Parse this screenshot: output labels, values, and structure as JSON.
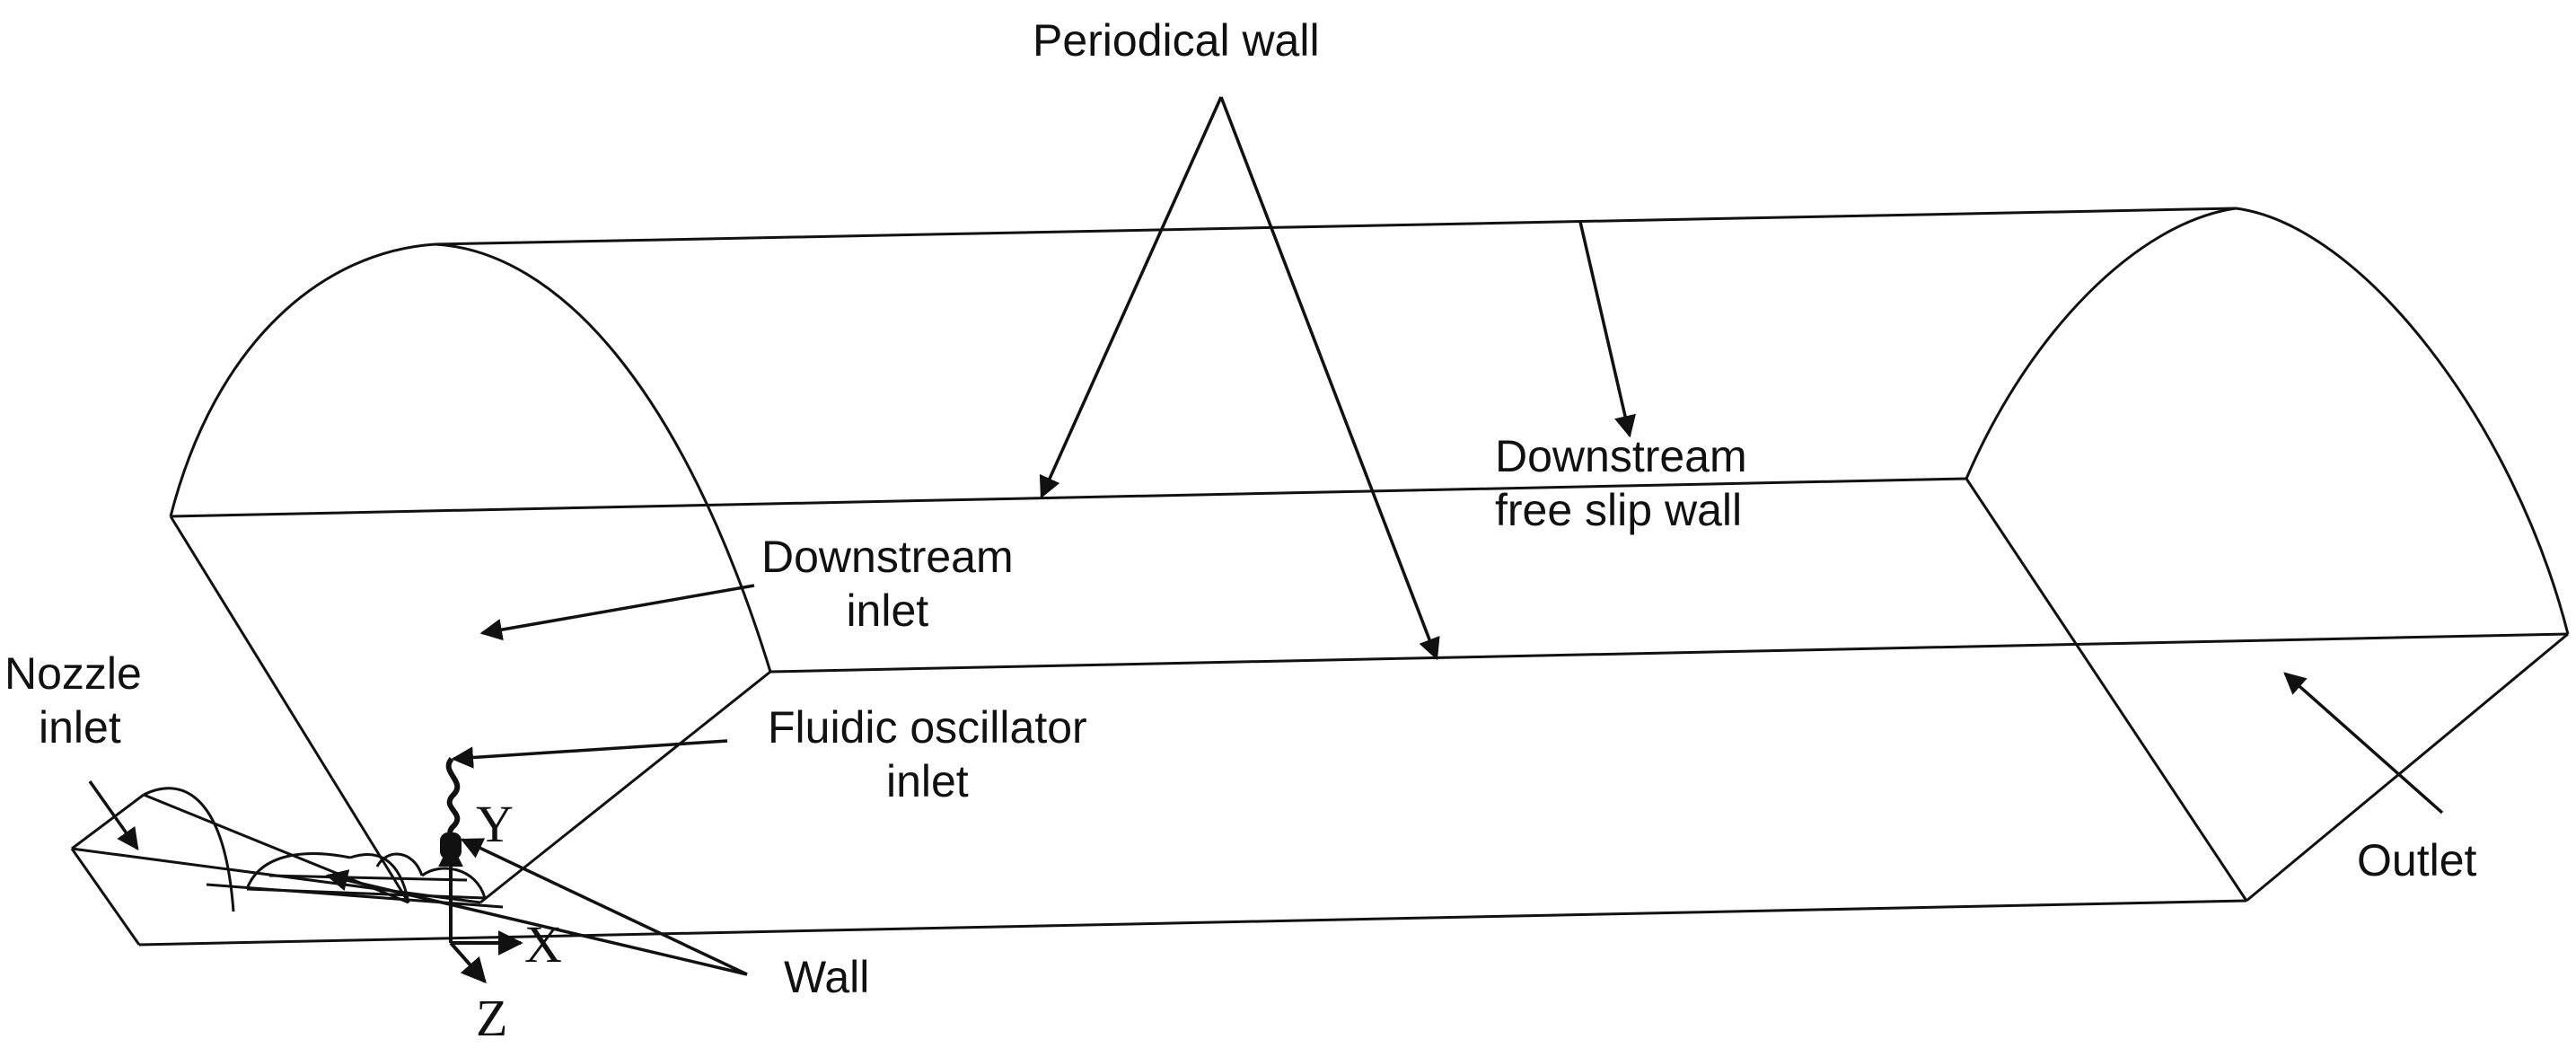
{
  "labels": {
    "periodical_wall": "Periodical wall",
    "downstream_free_slip_wall": [
      "Downstream",
      "free slip wall"
    ],
    "downstream_inlet": [
      "Downstream",
      "inlet"
    ],
    "nozzle_inlet": [
      "Nozzle",
      "inlet"
    ],
    "fluidic_oscillator_inlet": [
      "Fluidic oscillator",
      "inlet"
    ],
    "outlet": "Outlet",
    "wall": "Wall"
  },
  "axes": {
    "x": "X",
    "y": "Y",
    "z": "Z"
  },
  "colors": {
    "line": "#111111",
    "background": "#ffffff"
  }
}
